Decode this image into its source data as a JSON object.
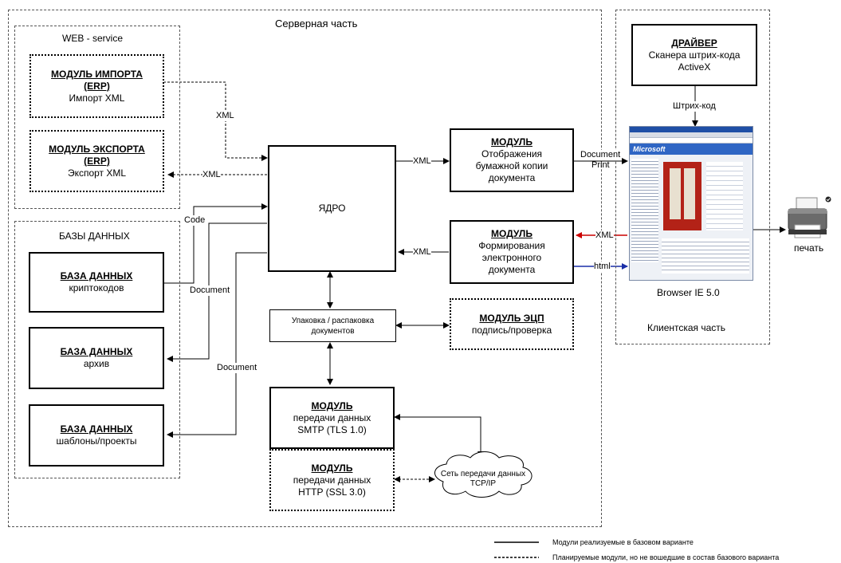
{
  "regions": {
    "server": "Серверная часть",
    "web_service": "WEB - service",
    "databases": "БАЗЫ ДАННЫХ",
    "client": "Клиентская часть"
  },
  "modules": {
    "import": {
      "title": "МОДУЛЬ ИМПОРТА",
      "subtitle": "(ERP)",
      "text": "Импорт XML"
    },
    "export": {
      "title": "МОДУЛЬ ЭКСПОРТА",
      "subtitle": "(ERP)",
      "text": "Экспорт XML"
    },
    "db_crypto": {
      "title": "БАЗА ДАННЫХ",
      "text": "криптокодов"
    },
    "db_archive": {
      "title": "БАЗА ДАННЫХ",
      "text": "архив"
    },
    "db_templates": {
      "title": "БАЗА ДАННЫХ",
      "text": "шаблоны/проекты"
    },
    "core": {
      "text": "ЯДРО"
    },
    "display": {
      "title": "МОДУЛЬ",
      "line1": "Отображения",
      "line2": "бумажной копии",
      "line3": "документа"
    },
    "form": {
      "title": "МОДУЛЬ",
      "line1": "Формирования",
      "line2": "электронного",
      "line3": "документа"
    },
    "pack": {
      "line1": "Упаковка / распаковка",
      "line2": "документов"
    },
    "eds": {
      "title": "МОДУЛЬ ЭЦП",
      "text": "подпись/проверка"
    },
    "smtp": {
      "title": "МОДУЛЬ",
      "line1": "передачи данных",
      "line2": "SMTP (TLS 1.0)"
    },
    "http": {
      "title": "МОДУЛЬ",
      "line1": "передачи данных",
      "line2": "HTTP (SSL 3.0)"
    },
    "driver": {
      "title": "ДРАЙВЕР",
      "line1": "Сканера штрих-кода",
      "line2": "ActiveX"
    },
    "network": {
      "line1": "Сеть передачи данных",
      "line2": "TCP/IP"
    }
  },
  "labels": {
    "xml_import": "XML",
    "xml_export": "XML",
    "xml_display": "XML",
    "xml_form": "XML",
    "code": "Code",
    "document_1": "Document",
    "document_2": "Document",
    "document_print": "Document",
    "print_word": "Print",
    "xml_red": "XML",
    "html_blue": "html",
    "barcode": "Штрих-код",
    "browser": "Browser IE 5.0",
    "print_device": "печать"
  },
  "browser_screen": {
    "logo": "Microsoft"
  },
  "legend": {
    "solid": "Модули реализуемые в базовом варианте",
    "dotted": "Планируемые модули, но не вошедшие в состав базового варианта"
  },
  "colors": {
    "xml_arrow": "#cc0000",
    "html_arrow": "#1a2ea8",
    "line": "#000000"
  }
}
